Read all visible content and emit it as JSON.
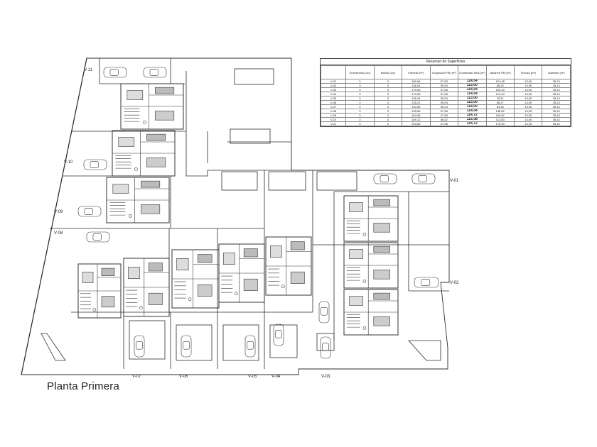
{
  "page_title": "Planta Primera",
  "colors": {
    "line": "#2b2b2b",
    "thin": "#777777",
    "paper": "#ffffff"
  },
  "units": [
    {
      "label": "V-01",
      "orient": "h"
    },
    {
      "label": "V-02",
      "orient": "h"
    },
    {
      "label": "V-03",
      "orient": "h"
    },
    {
      "label": "V-04",
      "orient": "h"
    },
    {
      "label": "V-05",
      "orient": "h"
    },
    {
      "label": "V-06",
      "orient": "h"
    },
    {
      "label": "V-07",
      "orient": "h"
    },
    {
      "label": "V-08",
      "orient": "r"
    },
    {
      "label": "V-09",
      "orient": "r"
    },
    {
      "label": "V-10",
      "orient": "r"
    },
    {
      "label": "V-11",
      "orient": "r"
    }
  ],
  "surface_table": {
    "title": "Resumen de Superficies",
    "headers": [
      "",
      "Dormitorios (Ud)",
      "Baños (Ud)",
      "Parcela (m²)",
      "Ocupación PB (m²)",
      "Construida Total (m²)",
      "Jardines PB (m²)",
      "Terraza (m²)",
      "Solarium (m²)"
    ],
    "rows": [
      [
        "V-01",
        "3",
        "3",
        "180,66",
        "57,58",
        "114,54",
        "124,45",
        "13,95",
        "35,13"
      ],
      [
        "V-02",
        "3",
        "3",
        "136,04",
        "55,94",
        "113,00",
        "86,32",
        "13,95",
        "35,13"
      ],
      [
        "V-03",
        "3",
        "3",
        "170,05",
        "57,58",
        "114,54",
        "105,40",
        "13,95",
        "35,13"
      ],
      [
        "V-04",
        "3",
        "3",
        "170,05",
        "57,58",
        "114,54",
        "113,44",
        "13,95",
        "35,13"
      ],
      [
        "V-05",
        "3",
        "3",
        "136,04",
        "55,94",
        "113,00",
        "78,31",
        "13,95",
        "35,13"
      ],
      [
        "V-06",
        "3",
        "3",
        "135,21",
        "55,94",
        "113,00",
        "86,27",
        "13,95",
        "35,13"
      ],
      [
        "V-07",
        "3",
        "3",
        "133,65",
        "55,94",
        "114,00",
        "84,36",
        "13,95",
        "35,13"
      ],
      [
        "V-08",
        "3",
        "3",
        "195,85",
        "57,58",
        "114,54",
        "138,82",
        "13,95",
        "35,13"
      ],
      [
        "V-09",
        "3",
        "3",
        "164,05",
        "57,58",
        "114,72",
        "106,87",
        "13,95",
        "35,13"
      ],
      [
        "V-10",
        "3",
        "3",
        "169,12",
        "56,02",
        "113,38",
        "112,63",
        "13,95",
        "35,13"
      ],
      [
        "V-11",
        "3",
        "3",
        "233,66",
        "57,58",
        "114,72",
        "176,90",
        "13,95",
        "35,13"
      ]
    ]
  }
}
